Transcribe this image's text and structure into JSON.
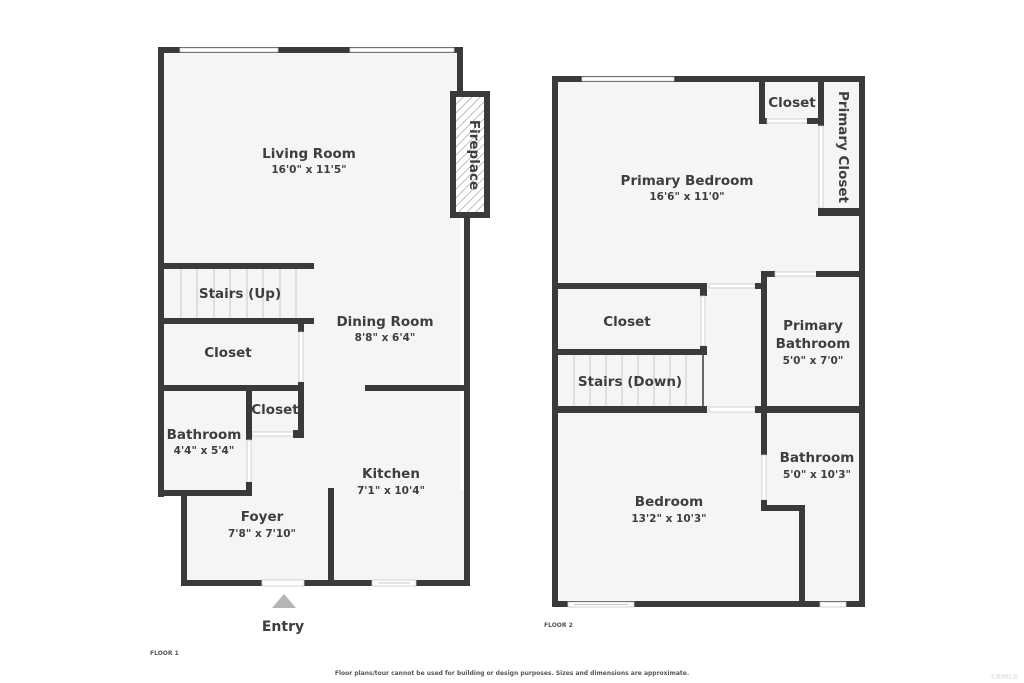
{
  "floor1": {
    "label": "FLOOR 1",
    "entry_label": "Entry",
    "rooms": {
      "living_room": {
        "name": "Living Room",
        "dims": "16'0\" x 11'5\""
      },
      "fireplace": {
        "name": "Fireplace"
      },
      "stairs_up": {
        "name": "Stairs (Up)"
      },
      "dining_room": {
        "name": "Dining Room",
        "dims": "8'8\" x 6'4\""
      },
      "closet_1": {
        "name": "Closet"
      },
      "closet_2": {
        "name": "Closet"
      },
      "bathroom": {
        "name": "Bathroom",
        "dims": "4'4\" x 5'4\""
      },
      "kitchen": {
        "name": "Kitchen",
        "dims": "7'1\" x 10'4\""
      },
      "foyer": {
        "name": "Foyer",
        "dims": "7'8\" x 7'10\""
      }
    }
  },
  "floor2": {
    "label": "FLOOR 2",
    "rooms": {
      "primary_bedroom": {
        "name": "Primary Bedroom",
        "dims": "16'6\" x 11'0\""
      },
      "closet_top": {
        "name": "Closet"
      },
      "primary_closet": {
        "name": "Primary Closet"
      },
      "closet_mid": {
        "name": "Closet"
      },
      "stairs_down": {
        "name": "Stairs (Down)"
      },
      "primary_bathroom": {
        "name_line1": "Primary",
        "name_line2": "Bathroom",
        "dims": "5'0\" x 7'0\""
      },
      "bedroom": {
        "name": "Bedroom",
        "dims": "13'2\" x 10'3\""
      },
      "bathroom": {
        "name": "Bathroom",
        "dims": "5'0\" x 10'3\""
      }
    }
  },
  "footer": {
    "disclaimer": "Floor plans/tour cannot be used for building or design purposes. Sizes and dimensions are approximate.",
    "watermark": "CRMLS"
  },
  "colors": {
    "wall": "#3a3a3a",
    "floor": "#f5f5f5",
    "text": "#3e3e3e",
    "entry_arrow": "#b5b5b5"
  }
}
